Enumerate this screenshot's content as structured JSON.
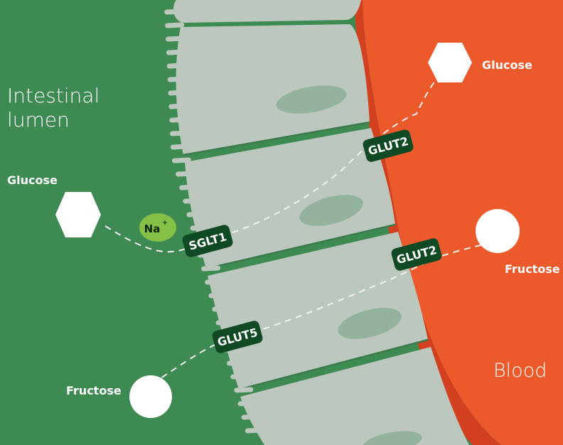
{
  "regions": {
    "lumen_line1": "Intestinal",
    "lumen_line2": "lumen",
    "blood": "Blood"
  },
  "molecules": {
    "glucose_lumen": "Glucose",
    "glucose_blood": "Glucose",
    "fructose_lumen": "Fructose",
    "fructose_blood": "Fructose"
  },
  "ions": {
    "sodium": "Na",
    "sodium_charge": "+"
  },
  "transporters": {
    "sglt1": "SGLT1",
    "glut5": "GLUT5",
    "glut2_upper": "GLUT2",
    "glut2_lower": "GLUT2"
  },
  "colors": {
    "lumen": "#3d8a52",
    "cell": "#bcc7bd",
    "nucleus": "#93b39f",
    "membrane": "#3a7a4c",
    "blood": "#ec5a2c",
    "blood_edge": "#d2401f",
    "transporter": "#0f4a24",
    "sodium": "#84c045",
    "path": "#f2f2f2"
  }
}
